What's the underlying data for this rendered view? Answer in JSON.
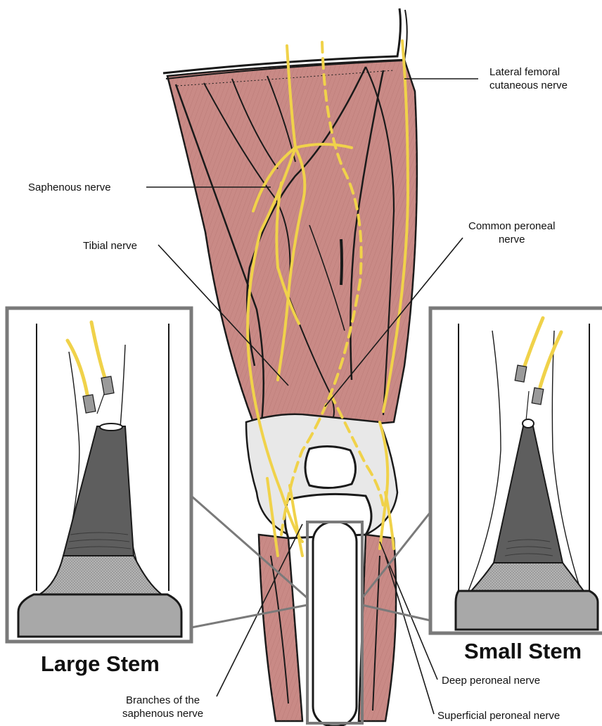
{
  "labels": {
    "lateral_femoral": "Lateral femoral\ncutaneous nerve",
    "saphenous": "Saphenous nerve",
    "tibial": "Tibial nerve",
    "common_peroneal": "Common peroneal\nnerve",
    "branches_saphenous": "Branches of the\nsaphenous nerve",
    "deep_peroneal": "Deep peroneal nerve",
    "superficial_peroneal": "Superficial peroneal nerve"
  },
  "insets": {
    "large": "Large Stem",
    "small": "Small Stem"
  },
  "colors": {
    "muscle": "#c98a86",
    "muscle_dark": "#a5605c",
    "nerve": "#f0d24a",
    "joint": "#e8e8e8",
    "frame": "#7a7a7a",
    "stem_dark": "#5e5e5e",
    "stem_mid": "#8c8c8c",
    "stem_base": "#a8a8a8"
  }
}
